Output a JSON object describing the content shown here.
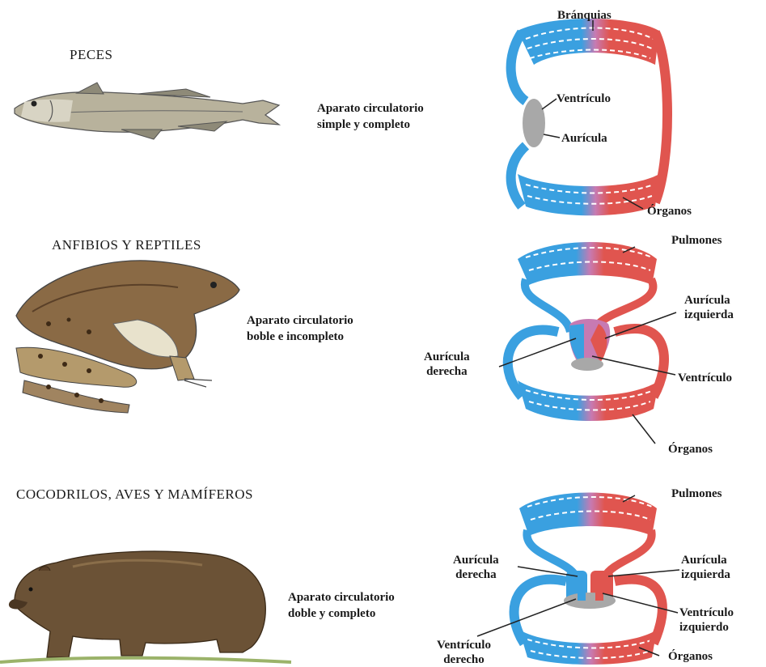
{
  "colors": {
    "venous": "#3aa0e0",
    "arterial": "#e0554f",
    "mixed": "#c77ab2",
    "heart": "#a8a8a8",
    "fish_body": "#b8b29c",
    "frog_body": "#8a6a45",
    "bear_body": "#6b5236"
  },
  "sections": [
    {
      "title": "PECES",
      "description": [
        "Aparato circulatorio",
        "simple y completo"
      ],
      "animal_icon": "fish-illustration",
      "labels": {
        "top": "Bránquias",
        "ventricle": "Ventrículo",
        "atrium": "Aurícula",
        "organs": "Órganos"
      }
    },
    {
      "title": "ANFIBIOS Y REPTILES",
      "description": [
        "Aparato circulatorio",
        "boble e incompleto"
      ],
      "animal_icon": "frog-illustration",
      "labels": {
        "lungs": "Pulmones",
        "left_atrium": [
          "Aurícula",
          "izquierda"
        ],
        "right_atrium": [
          "Aurícula",
          "derecha"
        ],
        "ventricle": "Ventrículo",
        "organs": "Órganos"
      }
    },
    {
      "title": "COCODRILOS, AVES Y MAMÍFEROS",
      "description": [
        "Aparato circulatorio",
        "doble y completo"
      ],
      "animal_icon": "bear-illustration",
      "labels": {
        "lungs": "Pulmones",
        "right_atrium": [
          "Aurícula",
          "derecha"
        ],
        "left_atrium": [
          "Aurícula",
          "izquierda"
        ],
        "left_ventricle": [
          "Ventrículo",
          "izquierdo"
        ],
        "right_ventricle": [
          "Ventrículo",
          "derecho"
        ],
        "organs": "Órganos"
      }
    }
  ]
}
